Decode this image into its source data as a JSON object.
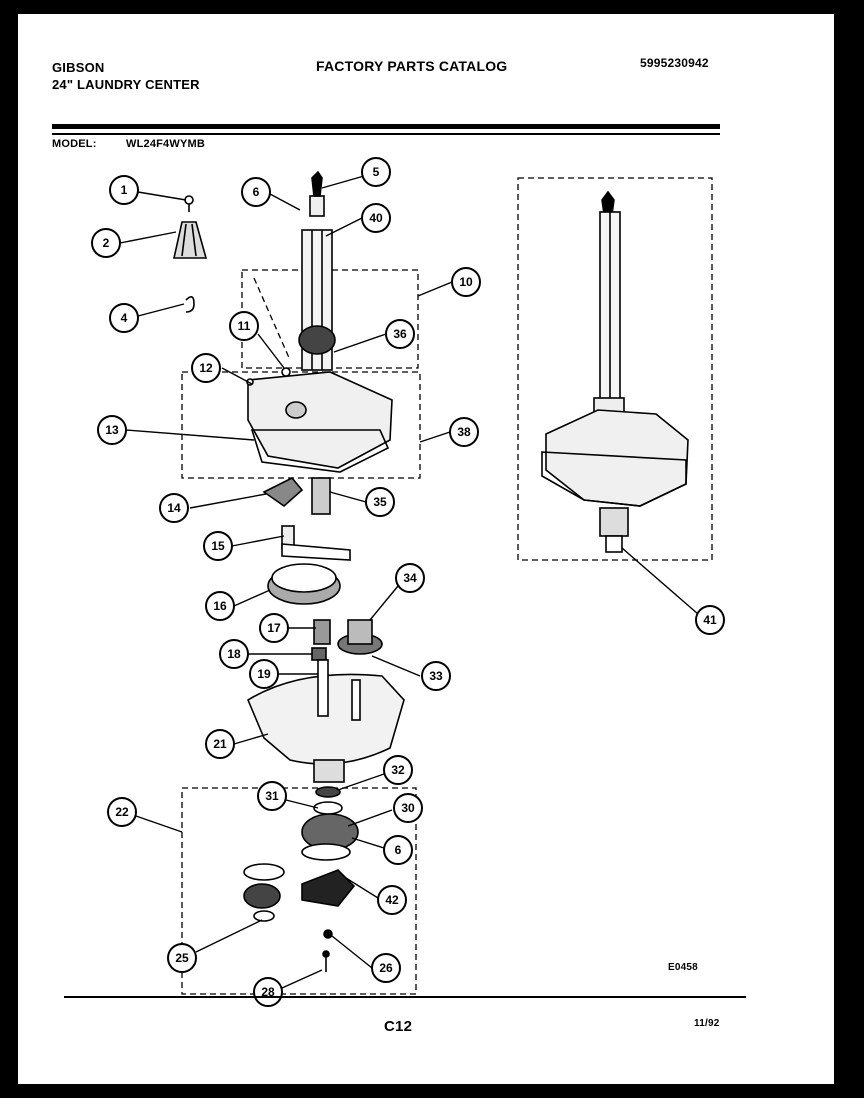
{
  "header": {
    "brand": "GIBSON",
    "product": "24\" LAUNDRY CENTER",
    "catalog_title": "FACTORY PARTS CATALOG",
    "catalog_number": "5995230942",
    "model_label": "MODEL:",
    "model_value": "WL24F4WYMB"
  },
  "footer": {
    "page_number": "C12",
    "date": "11/92",
    "diagram_code": "E0458"
  },
  "callouts": [
    "1",
    "2",
    "4",
    "5",
    "6",
    "40",
    "10",
    "11",
    "36",
    "12",
    "38",
    "13",
    "14",
    "35",
    "15",
    "16",
    "34",
    "17",
    "18",
    "19",
    "33",
    "21",
    "32",
    "22",
    "31",
    "30",
    "6",
    "42",
    "25",
    "26",
    "28",
    "41"
  ]
}
